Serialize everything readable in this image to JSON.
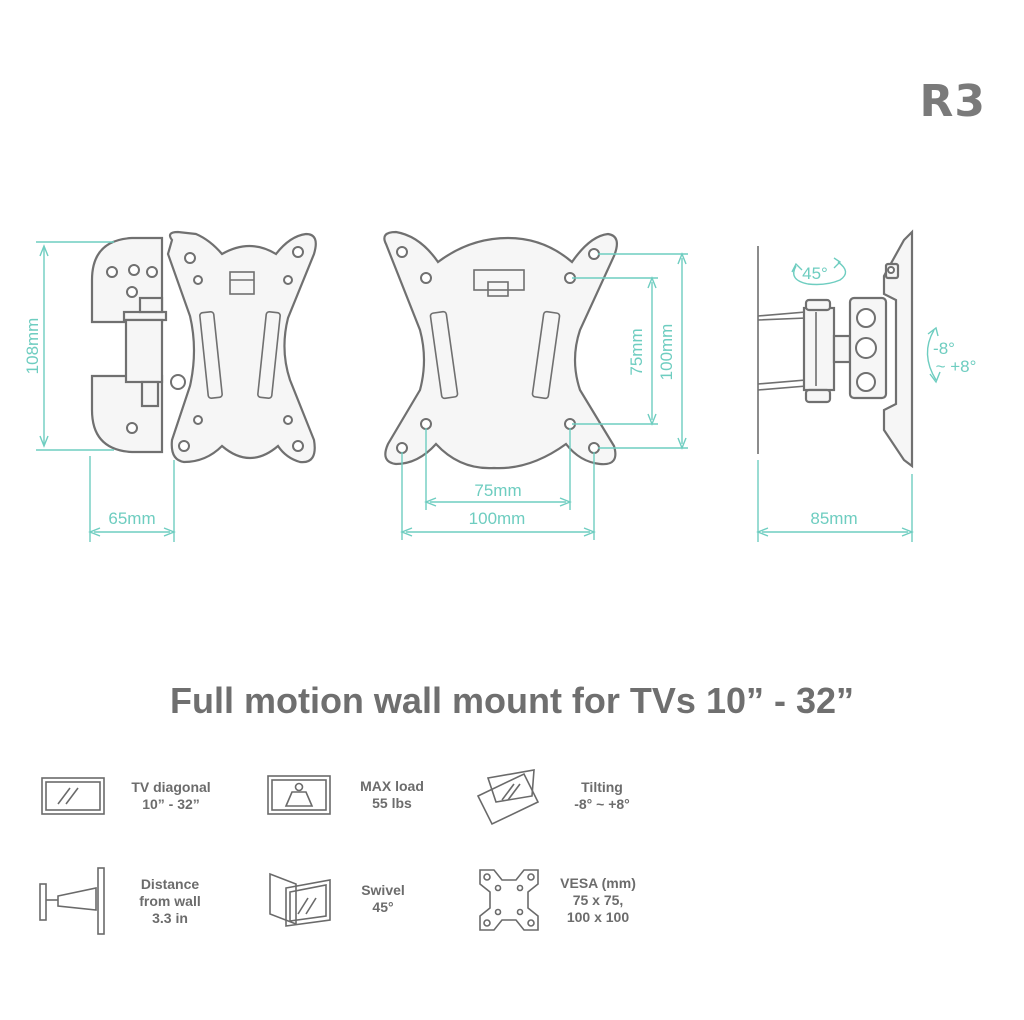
{
  "model_code": "R3",
  "dimensions": {
    "side_height": "108mm",
    "side_depth": "65mm",
    "vesa_small_h": "75mm",
    "vesa_large_h": "100mm",
    "vesa_small_v": "75mm",
    "vesa_large_v": "100mm",
    "profile_depth": "85mm",
    "swivel": "45°",
    "tilt_top": "-8°",
    "tilt_bottom": "~ +8°"
  },
  "title": "Full motion wall mount for TVs 10” - 32”",
  "features": [
    {
      "icon": "tv-screen-icon",
      "line1": "TV diagonal",
      "line2": "10” - 32”"
    },
    {
      "icon": "weight-icon",
      "line1": "MAX load",
      "line2": "55 lbs"
    },
    {
      "icon": "tilt-icon",
      "line1": "Tilting",
      "line2": "-8° ~ +8°"
    },
    {
      "icon": "wall-distance-icon",
      "line1": "Distance",
      "line2": "from wall",
      "line3": "3.3 in"
    },
    {
      "icon": "swivel-icon",
      "line1": "Swivel",
      "line2": "45°"
    },
    {
      "icon": "vesa-plate-icon",
      "line1": "VESA (mm)",
      "line2": "75 x 75,",
      "line3": "100 x 100"
    }
  ],
  "colors": {
    "accent": "#6ecdc0",
    "line": "#707070",
    "text": "#6f6f6f"
  }
}
